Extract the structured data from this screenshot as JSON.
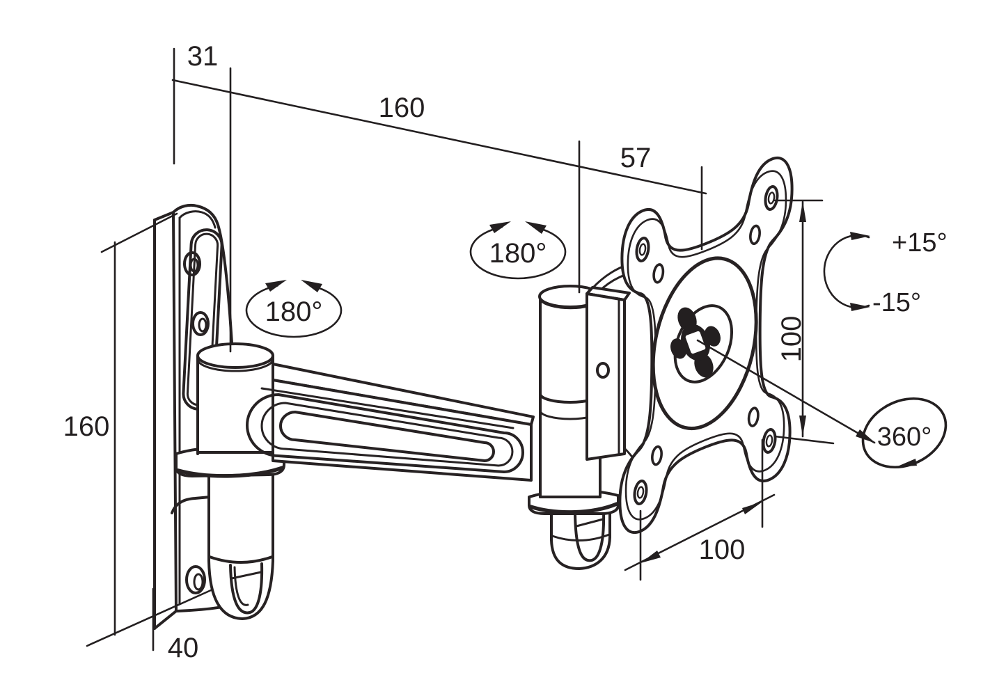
{
  "diagram": {
    "dimensions": {
      "wall_pivot_offset_mm": "31",
      "arm_reach_mm": "160",
      "head_offset_mm": "57",
      "wall_plate_height_mm": "160",
      "wall_plate_width_mm": "40",
      "vesa_vertical_mm": "100",
      "vesa_horizontal_mm": "100"
    },
    "angles": {
      "arm_swivel": "180°",
      "head_swivel": "180°",
      "tilt_up": "+15°",
      "tilt_down": "-15°",
      "screen_rotation": "360°"
    },
    "line_color": "#231f20",
    "background_color": "#ffffff"
  }
}
